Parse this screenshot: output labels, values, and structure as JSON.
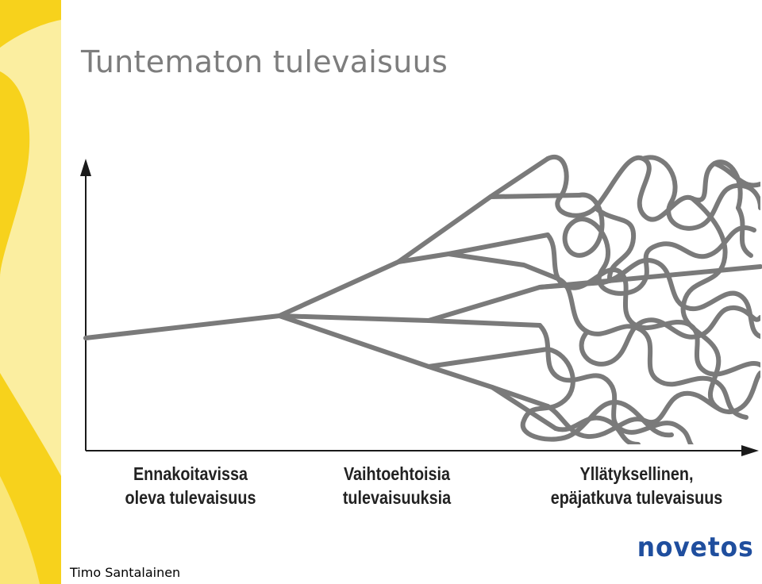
{
  "slide": {
    "title": "Tuntematon tulevaisuus",
    "author": "Timo Santalainen",
    "logo_text": "novetos"
  },
  "diagram": {
    "stages": [
      {
        "line1": "Ennakoitavissa",
        "line2": "oleva tulevaisuus"
      },
      {
        "line1": "Vaihtoehtoisia",
        "line2": "tulevaisuuksia"
      },
      {
        "line1": "Yllätyksellinen,",
        "line2": "epäjatkuva tulevaisuus"
      }
    ]
  },
  "colors": {
    "title": "#7d7d7d",
    "lines": "#7a7a7a",
    "axis": "#1a1a1a",
    "logo": "#1f4e9e",
    "sidebar_light": "#fbeea0",
    "sidebar_bright": "#f7d21c"
  }
}
